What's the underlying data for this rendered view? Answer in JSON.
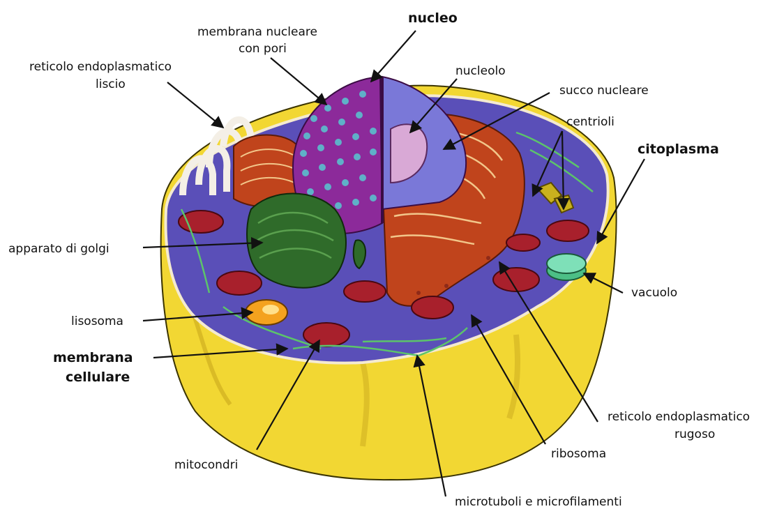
{
  "labels": {
    "nucleo": "nucleo",
    "membrana_nucleare_1": "membrana nucleare",
    "membrana_nucleare_2": "con pori",
    "reticolo_liscio_1": "reticolo endoplasmatico",
    "reticolo_liscio_2": "liscio",
    "nucleolo": "nucleolo",
    "succo_nucleare": "succo nucleare",
    "centrioli": "centrioli",
    "citoplasma": "citoplasma",
    "apparato_golgi": "apparato di golgi",
    "vacuolo": "vacuolo",
    "lisosoma": "lisosoma",
    "membrana_cellulare_1": "membrana",
    "membrana_cellulare_2": "cellulare",
    "reticolo_rugoso_1": "reticolo endoplasmatico",
    "reticolo_rugoso_2": "rugoso",
    "ribosoma": "ribosoma",
    "mitocondri": "mitocondri",
    "microtuboli": "microtuboli e microfilamenti"
  },
  "colors": {
    "cell_body": "#f2d733",
    "cytoplasm": "#5a4fb8",
    "nucleus": "#8c2a9a",
    "nucleus_pores": "#5fb0c8",
    "nucleolus": "#d9a9d6",
    "nuclear_sap": "#7a78d8",
    "rough_er": "#c0441c",
    "golgi": "#2f6b2a",
    "mitochondria": "#a8202c",
    "vacuole": "#7ee0b8",
    "lysosome": "#f4a21e",
    "smooth_er": "#f4efe6",
    "microtubules": "#5cc46a"
  }
}
